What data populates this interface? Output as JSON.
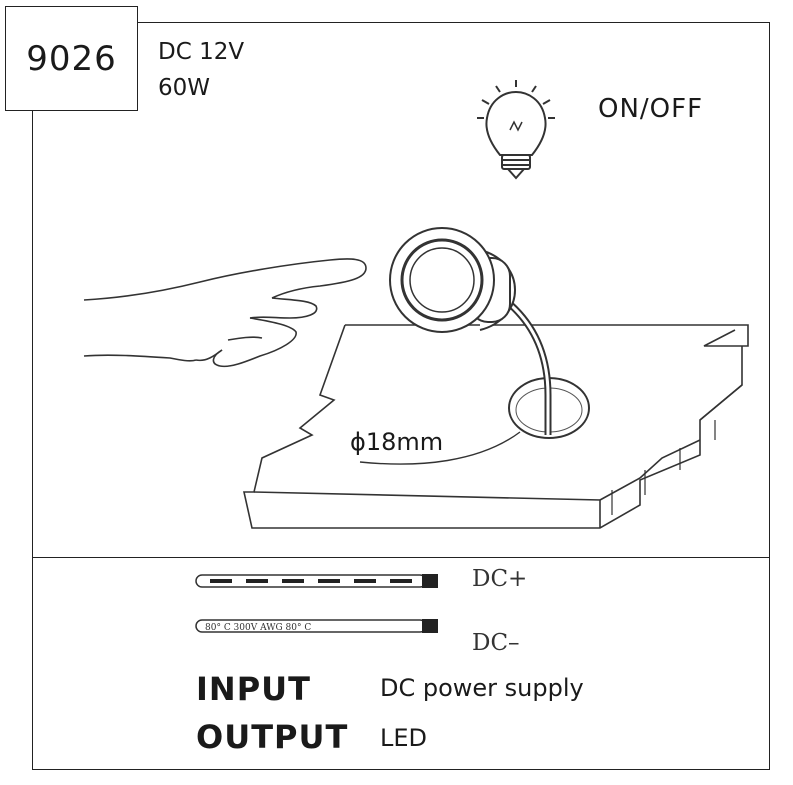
{
  "model": "9026",
  "specs": {
    "voltage": "DC 12V",
    "power": "60W"
  },
  "function_label": "ON/OFF",
  "hole_dimension": "ϕ18mm",
  "wires": {
    "positive_label": "DC+",
    "negative_label": "DC–",
    "negative_wire_print": "80° C  300V  AWG      80° C"
  },
  "io": {
    "input_label": "INPUT",
    "input_value": "DC power supply",
    "output_label": "OUTPUT",
    "output_value": "LED"
  },
  "icons": [
    "light-bulb-icon",
    "hand-icon",
    "sensor-switch-icon"
  ]
}
